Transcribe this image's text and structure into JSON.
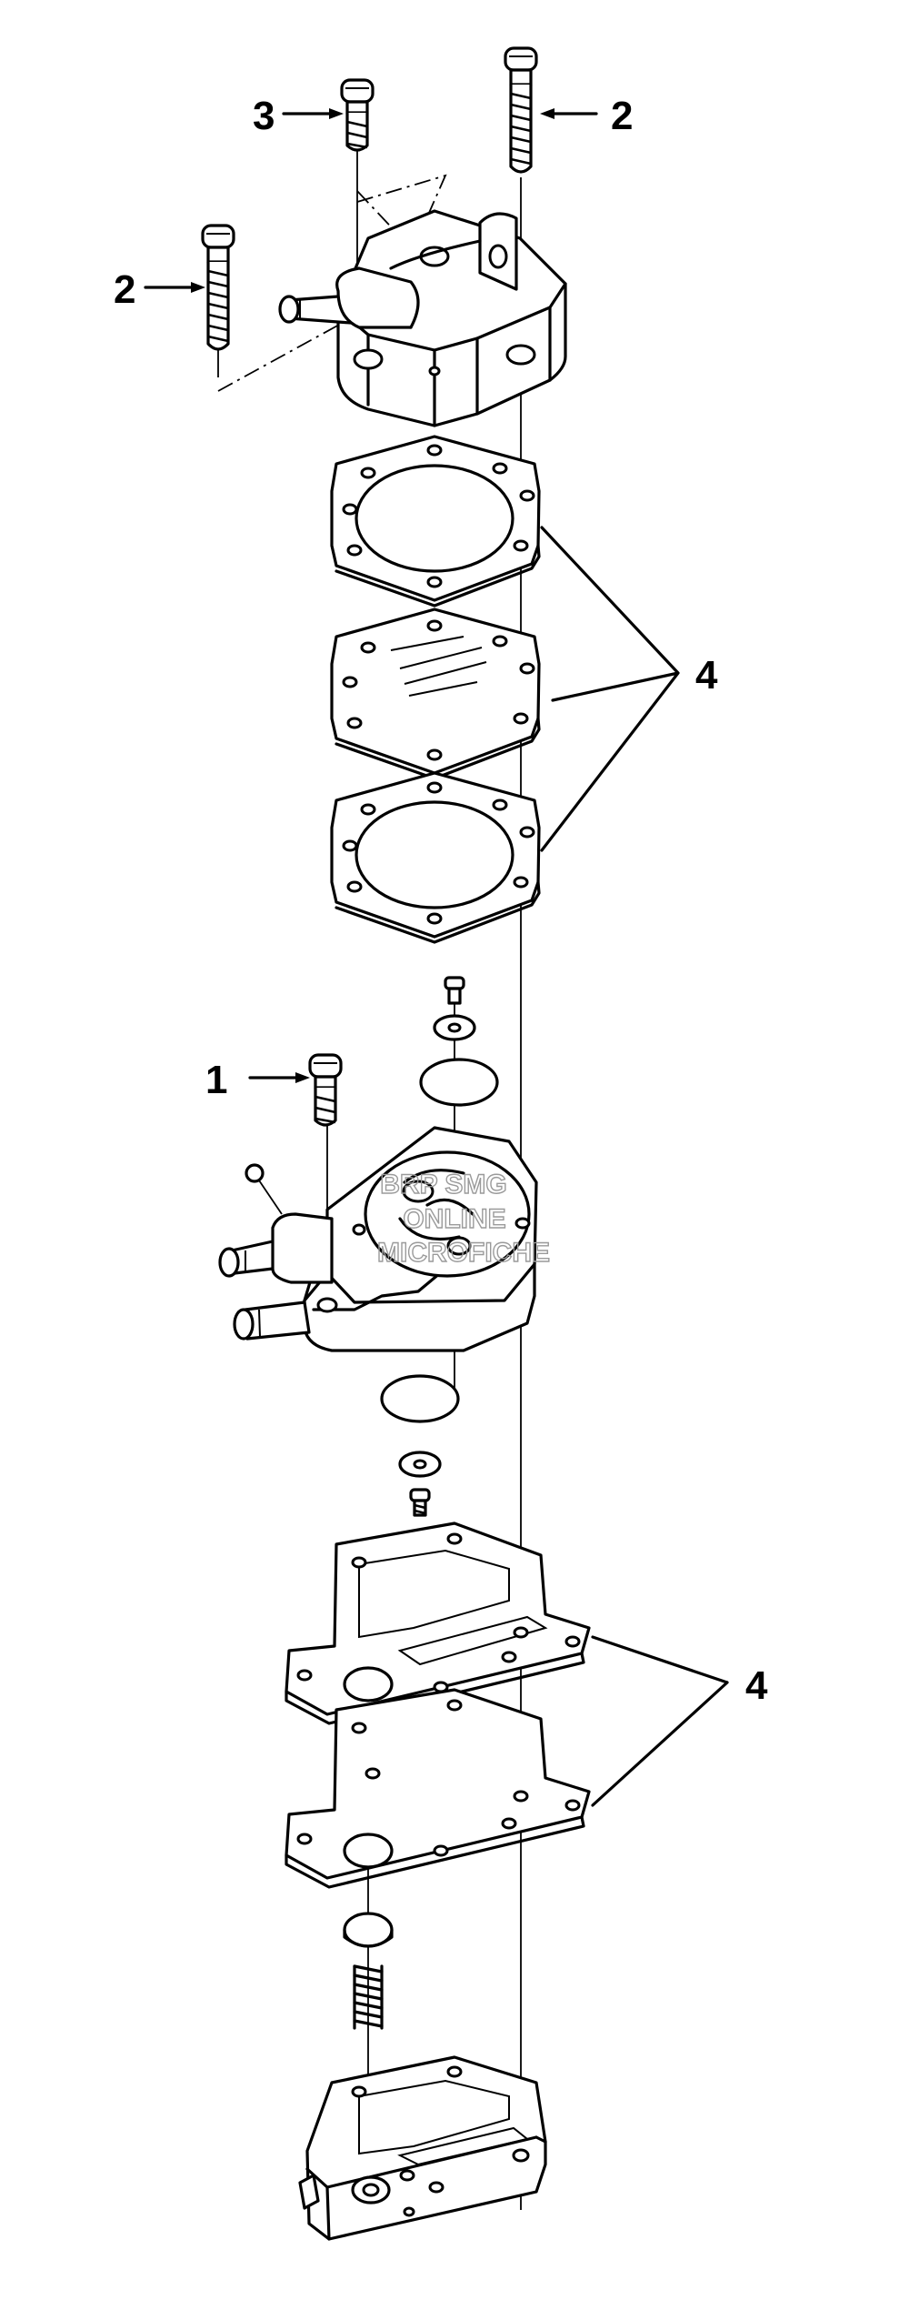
{
  "diagram": {
    "callouts": [
      {
        "id": "c3",
        "label": "3"
      },
      {
        "id": "c2a",
        "label": "2"
      },
      {
        "id": "c2b",
        "label": "2"
      },
      {
        "id": "c4a",
        "label": "4"
      },
      {
        "id": "c1",
        "label": "1"
      },
      {
        "id": "c4b",
        "label": "4"
      }
    ],
    "watermark": {
      "line1": "BRP SMG",
      "line2": "ONLINE",
      "line3": "MICROFICHE"
    }
  }
}
